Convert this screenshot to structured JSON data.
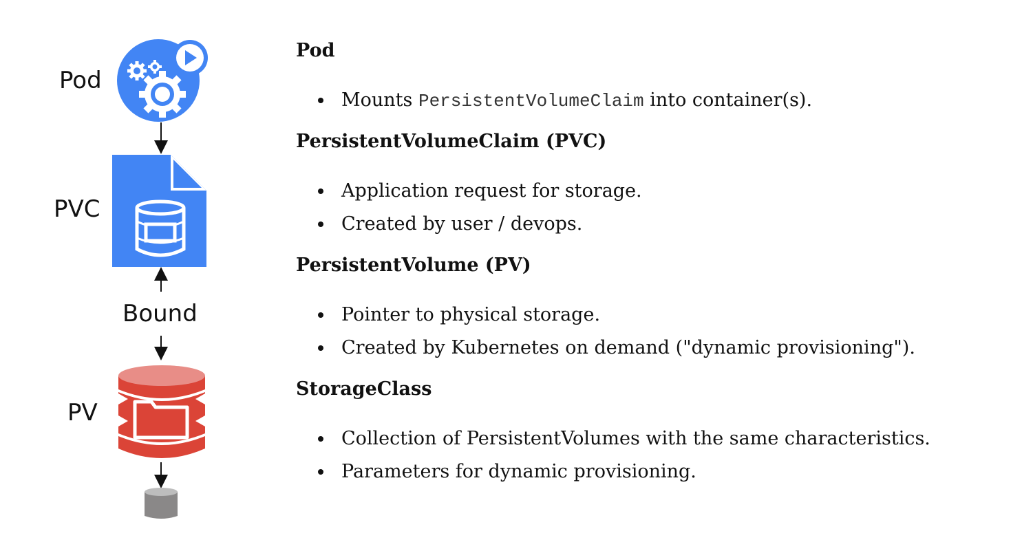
{
  "diagram": {
    "labels": {
      "pod": "Pod",
      "pvc": "PVC",
      "bound": "Bound",
      "pv": "PV"
    },
    "icons": {
      "pod": "pod-gears-icon",
      "pvc": "document-database-icon",
      "pv": "database-folder-icon",
      "storage": "storage-cylinder-icon"
    },
    "colors": {
      "blue": "#4285f4",
      "red": "#db4437",
      "red_top": "#e88d87",
      "gray": "#8a8888"
    }
  },
  "sections": [
    {
      "title": "Pod",
      "bullets": [
        {
          "before": "Mounts ",
          "code": "PersistentVolumeClaim",
          "after": " into container(s)."
        }
      ]
    },
    {
      "title": "PersistentVolumeClaim (PVC)",
      "bullets": [
        {
          "text": "Application request for storage."
        },
        {
          "text": "Created by user / devops."
        }
      ]
    },
    {
      "title": "PersistentVolume (PV)",
      "bullets": [
        {
          "text": "Pointer to physical storage."
        },
        {
          "text": "Created by Kubernetes on demand (\"dynamic provisioning\")."
        }
      ]
    },
    {
      "title": "StorageClass",
      "bullets": [
        {
          "text": "Collection of PersistentVolumes with the same characteristics."
        },
        {
          "text": "Parameters for dynamic provisioning."
        }
      ]
    }
  ]
}
